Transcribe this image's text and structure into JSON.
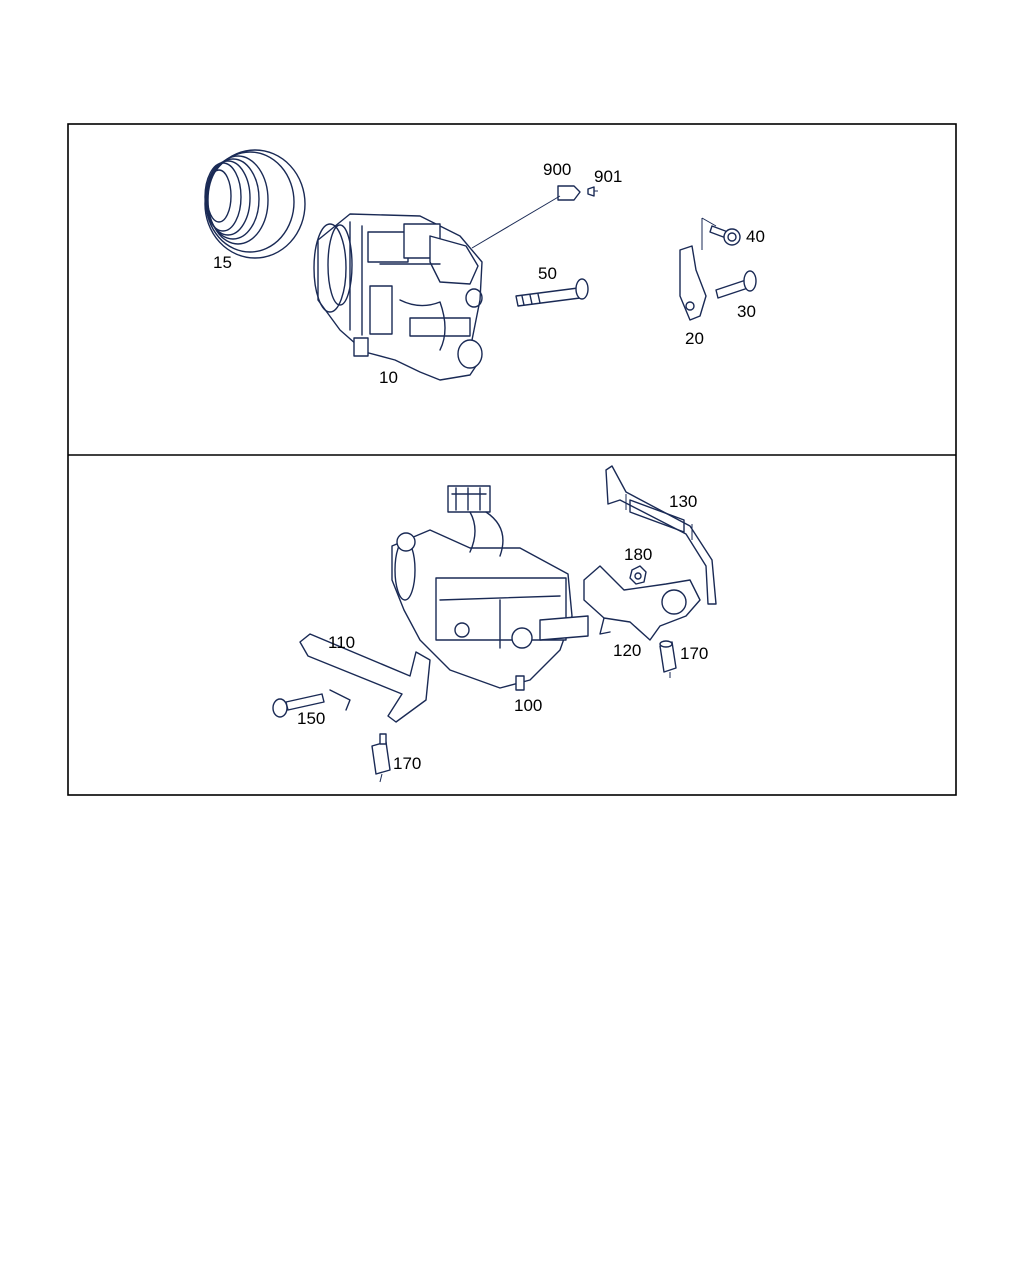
{
  "labels": {
    "p15": "15",
    "p10": "10",
    "p900": "900",
    "p901": "901",
    "p50": "50",
    "p40": "40",
    "p30": "30",
    "p20": "20",
    "p130": "130",
    "p180": "180",
    "p110": "110",
    "p120": "120",
    "p170a": "170",
    "p100": "100",
    "p150": "150",
    "p170b": "170"
  },
  "colors": {
    "line": "#1a2a55",
    "frame": "#000000",
    "background": "#ffffff"
  }
}
